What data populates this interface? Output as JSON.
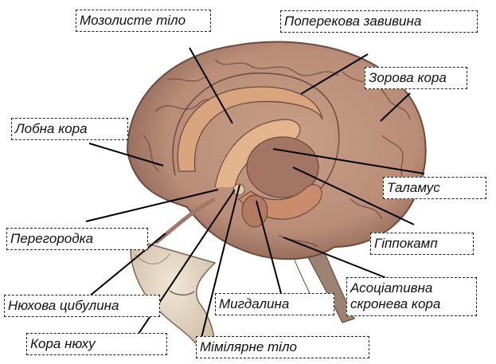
{
  "labels": {
    "corpus_callosum": "Мозолисте тіло",
    "cingulate_gyrus": "Поперекова завивина",
    "visual_cortex": "Зорова кора",
    "frontal_cortex": "Лобна кора",
    "thalamus": "Таламус",
    "hippocampus": "Гіппокамп",
    "septum": "Перегородка",
    "association_cortex_line1": "Асоціативна",
    "association_cortex_line2": "скронева кора",
    "olfactory_bulb": "Нюхова цибулина",
    "amygdala": "Мигдалина",
    "olfactory_cortex": "Кора нюху",
    "mammillary_body": "Мімілярне тіло"
  },
  "colors": {
    "brain_base": "#b98d77",
    "gyri_lines": "#6e4a3e",
    "limbic_highlight": "#d9a57e",
    "leader_lines": "#000000"
  }
}
